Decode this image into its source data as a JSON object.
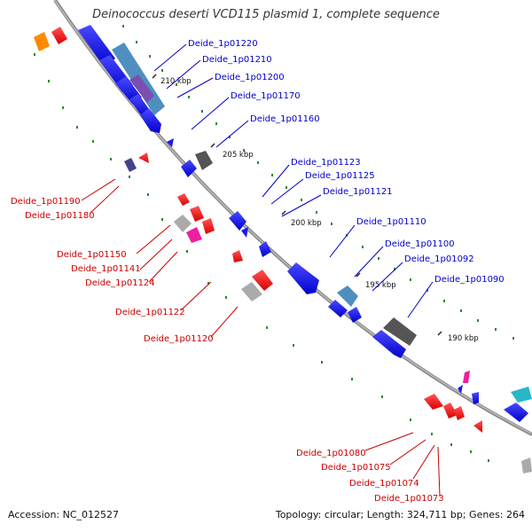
{
  "title": "Deinococcus deserti VCD115 plasmid 1, complete sequence",
  "accession": "Accession: NC_012527",
  "topology": "Topology: circular; Length: 324,711 bp; Genes: 264",
  "colors": {
    "forward_label": "#0000cc",
    "reverse_label": "#cc0000",
    "backbone": "#888888"
  },
  "ticks": [
    "210 kbp",
    "205 kbp",
    "200 kbp",
    "195 kbp",
    "190 kbp"
  ],
  "forward_labels": [
    "Deide_1p01220",
    "Deide_1p01210",
    "Deide_1p01200",
    "Deide_1p01170",
    "Deide_1p01160",
    "Deide_1p01123",
    "Deide_1p01125",
    "Deide_1p01121",
    "Deide_1p01110",
    "Deide_1p01100",
    "Deide_1p01092",
    "Deide_1p01090"
  ],
  "reverse_labels": [
    "Deide_1p01190",
    "Deide_1p01180",
    "Deide_1p01150",
    "Deide_1p01141",
    "Deide_1p01124",
    "Deide_1p01122",
    "Deide_1p01120",
    "Deide_1p01080",
    "Deide_1p01075",
    "Deide_1p01074",
    "Deide_1p01073"
  ]
}
